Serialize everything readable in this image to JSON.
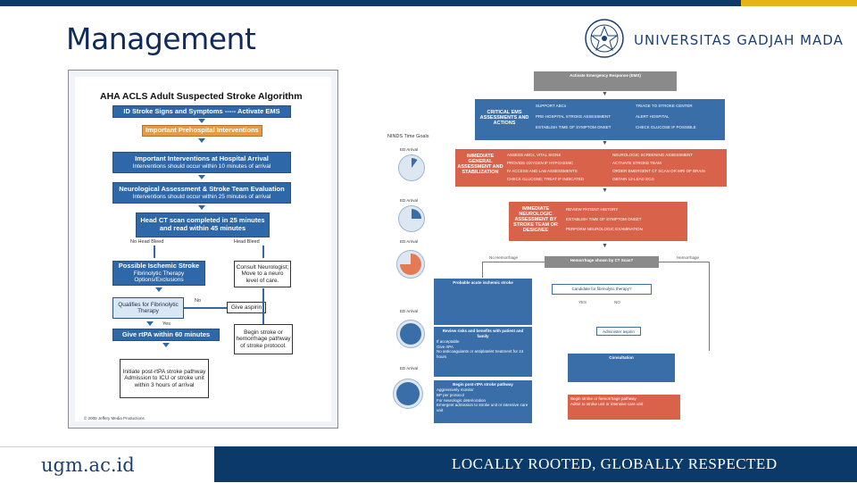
{
  "slide": {
    "title": "Management",
    "university": "UNIVERSITAS GADJAH MADA",
    "footer_url": "ugm.ac.id",
    "footer_motto": "LOCALLY ROOTED, GLOBALLY RESPECTED",
    "colors": {
      "navy": "#0b3a68",
      "gold": "#e8b21a",
      "accent_blue": "#2f68a8",
      "accent_orange": "#e59a45"
    }
  },
  "poster": {
    "title": "AHA ACLS Adult Suspected Stroke Algorithm",
    "b1": "ID Stroke Signs and Symptoms ----- Activate EMS",
    "b2": "Important Prehospital Interventions",
    "b3_head": "Important Interventions at Hospital Arrival",
    "b3_sub": "Interventions should occur within 10 minutes of arrival",
    "b4_head": "Neurological Assessment & Stroke Team Evaluation",
    "b4_sub": "Interventions should occur within 25 minutes of arrival",
    "b5_l1": "Head CT scan completed in 25 minutes",
    "b5_l2": "and read within 45 minutes",
    "no_bleed": "No Head Bleed",
    "head_bleed": "Head Bleed",
    "b6_head": "Possible Ischemic Stroke",
    "b6_sub": "Fibrinolytic Therapy Options/Exclusions",
    "consult": "Consult Neurologist; Move to a neuro level of care.",
    "candidate": "Qualifies for Fibrinolytic Therapy",
    "no": "No",
    "yes": "Yes",
    "aspirin": "Give aspirin",
    "b7": "Give rtPA within 60 minutes",
    "bleed_path": "Begin stroke or hemorrhage pathway of stroke protocol.",
    "post": "Initiate post-rtPA stroke pathway Admission to ICU or stroke unit within 3 hours of arrival",
    "copyright": "© 2009 Jeffery Media Productions"
  },
  "diagram": {
    "ninds": "NINDS Time Goals",
    "clocks": [
      "ED Arrival",
      "ED Arrival",
      "ED Arrival",
      "ED Arrival",
      "ED Arrival"
    ],
    "activate": "Activate Emergency Response (EMS)",
    "crit_head": "CRITICAL EMS ASSESSMENTS AND ACTIONS",
    "crit_items": [
      "SUPPORT ABCs",
      "PRE-HOSPITAL STROKE ASSESSMENT",
      "ESTABLISH TIME OF SYMPTOM ONSET",
      "TRIAGE TO STROKE CENTER",
      "ALERT HOSPITAL",
      "CHECK GLUCOSE IF POSSIBLE"
    ],
    "imm_head": "IMMEDIATE GENERAL ASSESSMENT AND STABILIZATION",
    "imm_items": [
      "ASSESS ABCs, VITAL SIGNS",
      "PROVIDE OXYGEN IF HYPOXEMIC",
      "IV ACCESS AND LAB ASSESSMENTS",
      "CHECK GLUCOSE; TREAT IF INDICATED",
      "NEUROLOGIC SCREENING ASSESSMENT",
      "ACTIVATE STROKE TEAM",
      "ORDER EMERGENT CT SCAN OR MRI OF BRAIN",
      "OBTAIN 12-LEAD ECG"
    ],
    "neuro_head": "IMMEDIATE NEUROLOGIC ASSESSMENT BY STROKE TEAM OR DESIGNEE",
    "neuro_items": [
      "REVIEW PATIENT HISTORY",
      "ESTABLISH TIME OF SYMPTOM ONSET",
      "PERFORM NEUROLOGIC EXAMINATION"
    ],
    "question": "Hemorrhage shown by CT Scan?",
    "no_hemorrhage": "No Hemorrhage",
    "hemorrhage": "Hemorrhage",
    "probable": "Probable acute ischemic stroke",
    "fibrinolytic": "Candidate for fibrinolytic therapy?",
    "yes": "YES",
    "no": "NO",
    "antiplatelet": "Administer aspirin",
    "review": "Review risks and benefits with patient and family",
    "review_items": [
      "If acceptable",
      "Give rtPA",
      "No anticoagulants or antiplatelet treatment for 24 hours"
    ],
    "consult": "Consultation",
    "begin_post": "Begin post-rtPA stroke pathway",
    "post_items": [
      "Aggressively monitor",
      "BP per protocol",
      "For neurologic deterioration",
      "Emergent admission to stroke unit or intensive care unit"
    ],
    "hemo_items": [
      "Begin stroke or hemorrhage pathway",
      "Admit to stroke unit or intensive care unit"
    ]
  }
}
